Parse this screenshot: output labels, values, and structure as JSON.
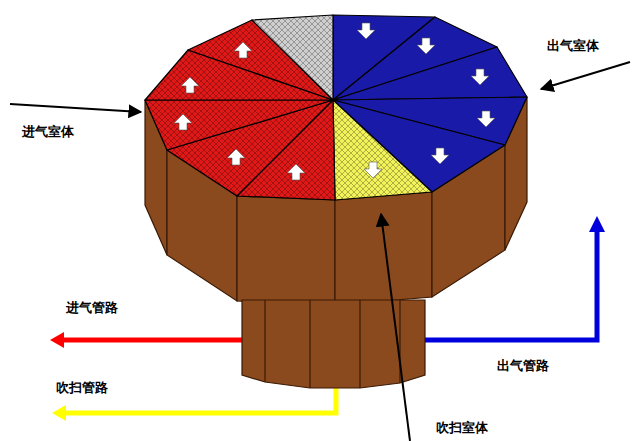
{
  "diagram": {
    "labels": [
      "进气室体",
      "出气室体",
      "进气管路",
      "出气管路",
      "吹扫管路",
      "吹扫室体"
    ]
  }
}
